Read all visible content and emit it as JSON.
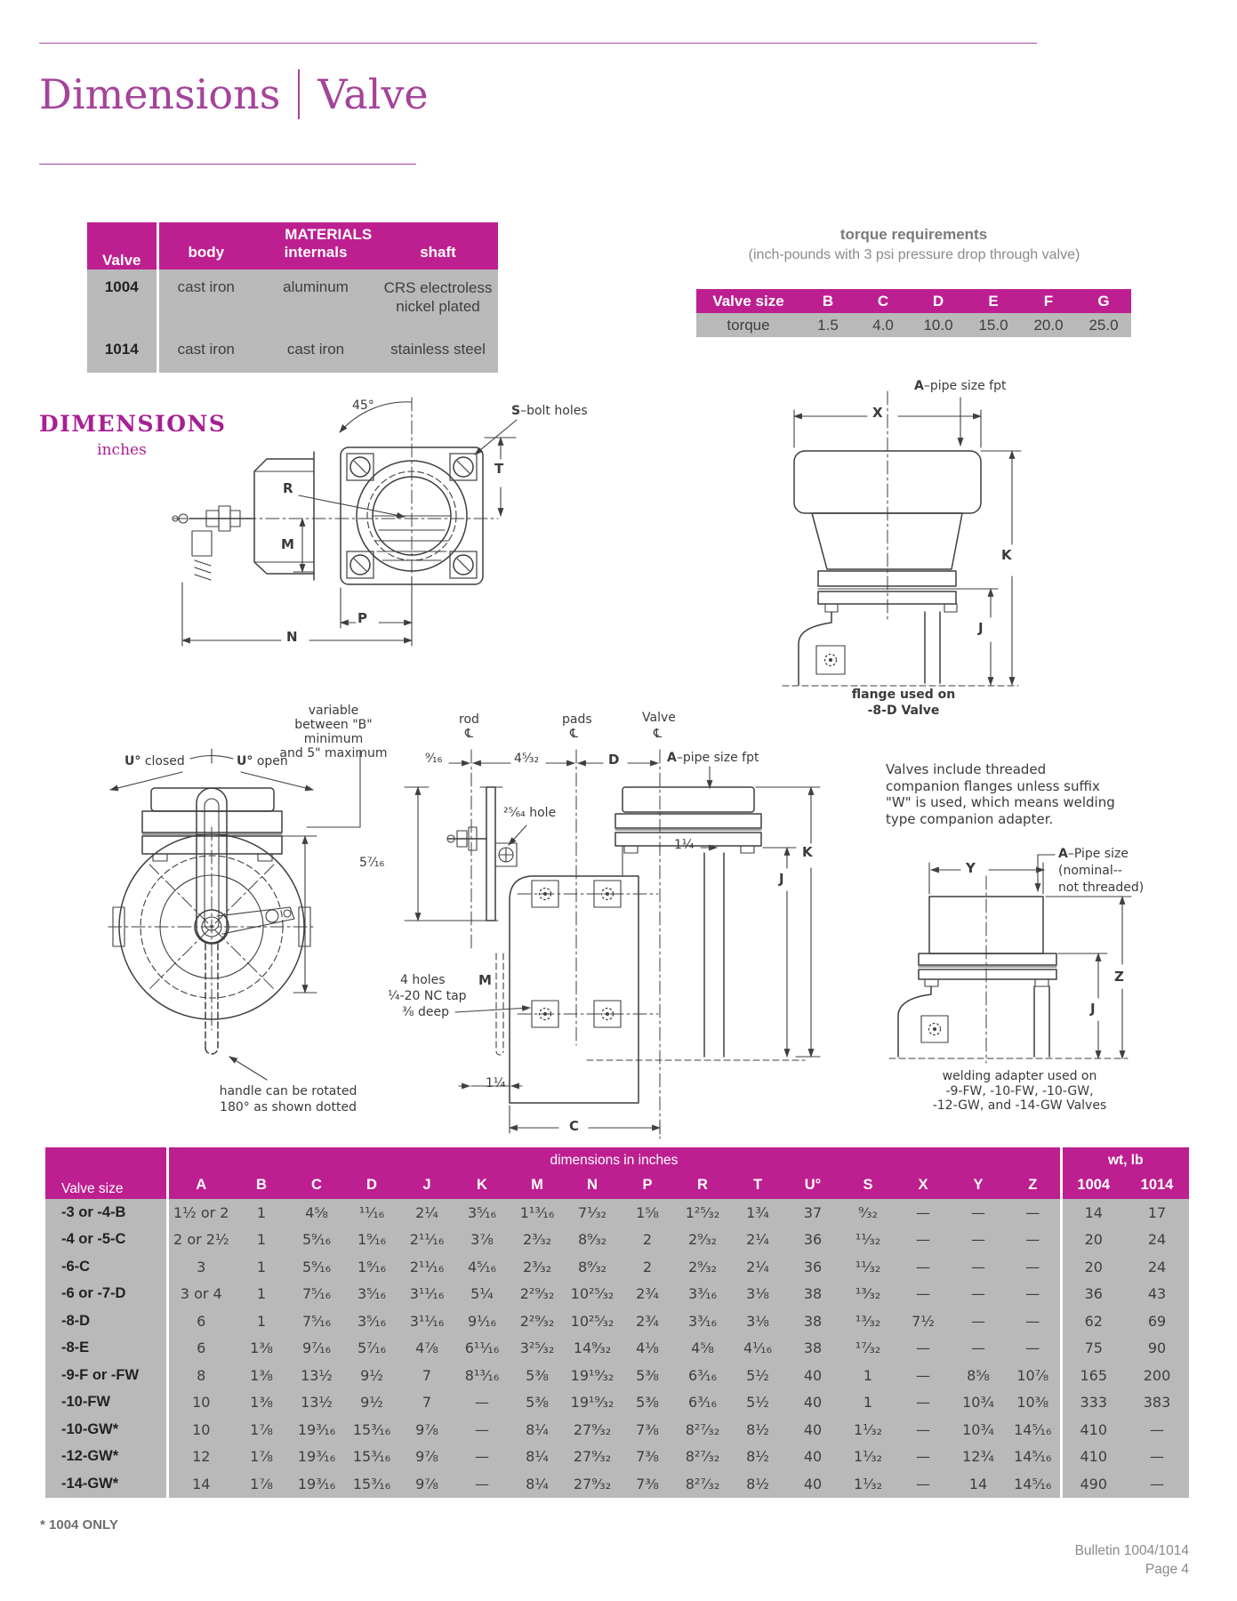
{
  "colors": {
    "magenta": "#bd1f90",
    "row_gray": "#b9b9b9",
    "title_purple": "#a5439a",
    "text_gray": "#6e6e6e"
  },
  "header": {
    "title_left": "Dimensions",
    "title_right": "Valve"
  },
  "materials_table": {
    "span_header": "MATERIALS",
    "col_valve": "Valve",
    "col_body": "body",
    "col_internals": "internals",
    "col_shaft": "shaft",
    "rows": [
      {
        "valve": "1004",
        "body": "cast iron",
        "internals": "aluminum",
        "shaft": "CRS electroless\nnickel plated"
      },
      {
        "valve": "1014",
        "body": "cast iron",
        "internals": "cast iron",
        "shaft": "stainless steel"
      }
    ]
  },
  "torque_table": {
    "title": "torque requirements",
    "subtitle": "(inch-pounds with 3 psi pressure drop through valve)",
    "headers": [
      "Valve size",
      "B",
      "C",
      "D",
      "E",
      "F",
      "G"
    ],
    "row_label": "torque",
    "values": [
      "1.5",
      "4.0",
      "10.0",
      "15.0",
      "20.0",
      "25.0"
    ]
  },
  "dimensions_heading": {
    "title": "DIMENSIONS",
    "subtitle": "inches"
  },
  "diagrams": {
    "d1": {
      "angle": "45°",
      "s": "S",
      "s_rest": "–bolt holes",
      "t": "T",
      "r": "R",
      "m": "M",
      "p": "P",
      "n": "N"
    },
    "d2": {
      "a": "A",
      "a_rest": "–pipe size fpt",
      "x": "X",
      "k": "K",
      "j": "J",
      "caption1": "flange used on",
      "caption2": "-8-D Valve"
    },
    "d3": {
      "var1": "variable",
      "var2": "between \"B\" minimum",
      "var3": "and 5\" maximum",
      "u": "U°",
      "u_closed": " closed",
      "u_open": " open",
      "cap1": "handle can be rotated",
      "cap2": "180° as shown dotted"
    },
    "d4": {
      "rod": "rod",
      "pads": "pads",
      "valve": "Valve",
      "cl": "℄",
      "dim916": "⁹⁄₁₆",
      "dim4532": "4⁵⁄₃₂",
      "d": "D",
      "a": "A",
      "a_rest": "–pipe size fpt",
      "hole": "²⁵⁄₆₄ hole",
      "dim5716": "5⁷⁄₁₆",
      "holes1": "4 holes",
      "holes2": "¼-20 NC tap",
      "holes3": "⅜ deep",
      "m": "M",
      "k": "K",
      "j": "J",
      "dim114r": "1¼",
      "dim114b": "1¼",
      "c": "C"
    },
    "note": "Valves include threaded companion flanges unless suffix \"W\" is used, which means welding type companion adapter.",
    "d5": {
      "y": "Y",
      "a": "A",
      "a_rest": "–Pipe size",
      "a2": "(nominal--",
      "a3": "not threaded)",
      "z": "Z",
      "j": "J",
      "cap1": "welding adapter used on",
      "cap2": "-9-FW, -10-FW, -10-GW,",
      "cap3": "-12-GW, and -14-GW Valves"
    }
  },
  "dim_table": {
    "span_dims": "dimensions in inches",
    "span_wt": "wt, lb",
    "headers": [
      "Valve size",
      "A",
      "B",
      "C",
      "D",
      "J",
      "K",
      "M",
      "N",
      "P",
      "R",
      "T",
      "U°",
      "S",
      "X",
      "Y",
      "Z",
      "1004",
      "1014"
    ],
    "rows": [
      [
        "-3 or -4-B",
        "1½ or 2",
        "1",
        "4⅝",
        "¹¹⁄₁₆",
        "2¼",
        "3⁵⁄₁₆",
        "1¹³⁄₁₆",
        "7¹⁄₃₂",
        "1⅝",
        "1²⁵⁄₃₂",
        "1¾",
        "37",
        "⁹⁄₃₂",
        "—",
        "—",
        "—",
        "14",
        "17"
      ],
      [
        "-4 or -5-C",
        "2 or 2½",
        "1",
        "5⁹⁄₁₆",
        "1⁹⁄₁₆",
        "2¹¹⁄₁₆",
        "3⅞",
        "2³⁄₃₂",
        "8⁹⁄₃₂",
        "2",
        "2⁹⁄₃₂",
        "2¼",
        "36",
        "¹¹⁄₃₂",
        "—",
        "—",
        "—",
        "20",
        "24"
      ],
      [
        "-6-C",
        "3",
        "1",
        "5⁹⁄₁₆",
        "1⁹⁄₁₆",
        "2¹¹⁄₁₆",
        "4⁵⁄₁₆",
        "2³⁄₃₂",
        "8⁹⁄₃₂",
        "2",
        "2⁹⁄₃₂",
        "2¼",
        "36",
        "¹¹⁄₃₂",
        "—",
        "—",
        "—",
        "20",
        "24"
      ],
      [
        "-6 or -7-D",
        "3 or 4",
        "1",
        "7⁵⁄₁₆",
        "3⁵⁄₁₆",
        "3¹¹⁄₁₆",
        "5¹⁄₄",
        "2²⁹⁄₃₂",
        "10²⁵⁄₃₂",
        "2¾",
        "3³⁄₁₆",
        "3⅛",
        "38",
        "¹³⁄₃₂",
        "—",
        "—",
        "—",
        "36",
        "43"
      ],
      [
        "-8-D",
        "6",
        "1",
        "7⁵⁄₁₆",
        "3⁵⁄₁₆",
        "3¹¹⁄₁₆",
        "9¹⁄₁₆",
        "2²⁹⁄₃₂",
        "10²⁵⁄₃₂",
        "2¾",
        "3³⁄₁₆",
        "3⅛",
        "38",
        "¹³⁄₃₂",
        "7½",
        "—",
        "—",
        "62",
        "69"
      ],
      [
        "-8-E",
        "6",
        "1⅜",
        "9⁷⁄₁₆",
        "5⁷⁄₁₆",
        "4⅞",
        "6¹¹⁄₁₆",
        "3²⁵⁄₃₂",
        "14⁹⁄₃₂",
        "4⅛",
        "4⅝",
        "4¹⁄₁₆",
        "38",
        "¹⁷⁄₃₂",
        "—",
        "—",
        "—",
        "75",
        "90"
      ],
      [
        "-9-F or -FW",
        "8",
        "1⅜",
        "13½",
        "9½",
        "7",
        "8¹³⁄₁₆",
        "5⅜",
        "19¹⁹⁄₃₂",
        "5⅜",
        "6³⁄₁₆",
        "5½",
        "40",
        "1",
        "—",
        "8⅝",
        "10⁷⁄₈",
        "165",
        "200"
      ],
      [
        "-10-FW",
        "10",
        "1⅜",
        "13½",
        "9½",
        "7",
        "—",
        "5⅜",
        "19¹⁹⁄₃₂",
        "5⅜",
        "6³⁄₁₆",
        "5½",
        "40",
        "1",
        "—",
        "10¾",
        "10⅜",
        "333",
        "383"
      ],
      [
        "-10-GW*",
        "10",
        "1⅞",
        "19³⁄₁₆",
        "15³⁄₁₆",
        "9⅞",
        "—",
        "8¼",
        "27⁹⁄₃₂",
        "7⅜",
        "8²⁷⁄₃₂",
        "8½",
        "40",
        "1¹⁄₃₂",
        "—",
        "10¾",
        "14⁵⁄₁₆",
        "410",
        "—"
      ],
      [
        "-12-GW*",
        "12",
        "1⅞",
        "19³⁄₁₆",
        "15³⁄₁₆",
        "9⅞",
        "—",
        "8¼",
        "27⁹⁄₃₂",
        "7⅜",
        "8²⁷⁄₃₂",
        "8½",
        "40",
        "1¹⁄₃₂",
        "—",
        "12¾",
        "14⁵⁄₁₆",
        "410",
        "—"
      ],
      [
        "-14-GW*",
        "14",
        "1⅞",
        "19³⁄₁₆",
        "15³⁄₁₆",
        "9⅞",
        "—",
        "8¼",
        "27⁹⁄₃₂",
        "7⅜",
        "8²⁷⁄₃₂",
        "8½",
        "40",
        "1¹⁄₃₂",
        "—",
        "14",
        "14⁵⁄₁₆",
        "490",
        "—"
      ]
    ]
  },
  "footer": {
    "note": "* 1004 ONLY",
    "bulletin": "Bulletin 1004/1014",
    "page": "Page 4"
  }
}
